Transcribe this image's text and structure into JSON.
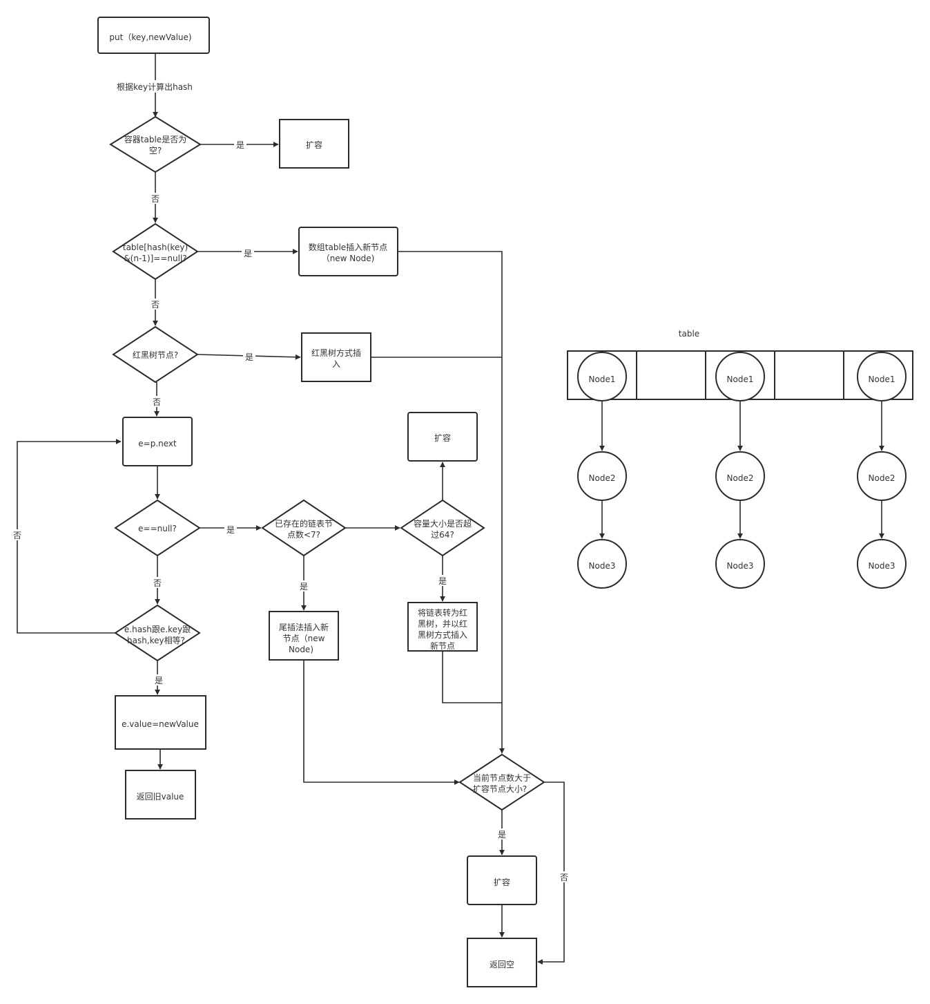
{
  "flowchart": {
    "start": "put（key,newValue)",
    "hash_label": "根据key计算出hash",
    "table_empty_q": [
      "容器table是否为",
      "空?"
    ],
    "resize_1": "扩容",
    "slot_null_q": [
      "table[hash(key)",
      "&(n-1)]==null?"
    ],
    "insert_array": [
      "数组table插入新节点",
      "（new Node)"
    ],
    "tree_node_q": "红黑树节点?",
    "tree_insert": [
      "红黑树方式插",
      "入"
    ],
    "next": "e=p.next",
    "e_null_q": "e==null?",
    "list_len_q": [
      "已存在的链表节",
      "点数<7?"
    ],
    "capacity_q": [
      "容量大小是否超",
      "过64?"
    ],
    "resize_2": "扩容",
    "tail_insert": [
      "尾插法插入新",
      "节点（new",
      "Node)"
    ],
    "treeify": [
      "将链表转为红",
      "黑树，并以红",
      "黑树方式插入",
      "新节点"
    ],
    "hash_equal_q": [
      "e.hash跟e.key跟",
      "hash,key相等?"
    ],
    "set_value": "e.value=newValue",
    "return_old": "返回旧value",
    "threshold_q": [
      "当前节点数大于",
      "扩容节点大小?"
    ],
    "resize_3": "扩容",
    "return_null": "返回空",
    "yes": "是",
    "no": "否"
  },
  "table_diagram": {
    "title": "table",
    "node1": "Node1",
    "node2": "Node2",
    "node3": "Node3"
  }
}
